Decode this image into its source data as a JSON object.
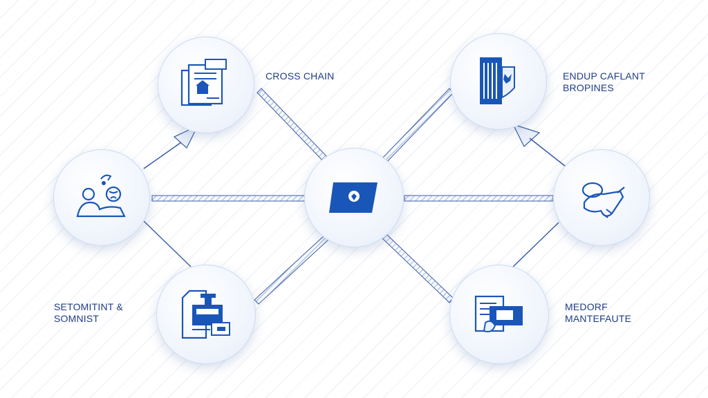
{
  "diagram": {
    "labels": {
      "top_left": [
        "CROSS CHAIN"
      ],
      "top_right": [
        "ENDUP CAFLANT",
        "BROPINES"
      ],
      "bottom_left": [
        "SETOMITINT &",
        "SOMNIST"
      ],
      "bottom_right": [
        "MEDORF",
        "MANTEFAUTE"
      ]
    },
    "icons": {
      "center": "chip-card-icon",
      "top_left": "document-stack-icon",
      "top_right": "book-shield-icon",
      "left": "person-globe-icon",
      "right": "hand-handshake-icon",
      "bottom_left": "machine-icon",
      "bottom_right": "terminal-card-icon"
    },
    "colors": {
      "accent": "#1a56b8",
      "line": "#3a5ea8",
      "label": "#1f3c86"
    }
  }
}
